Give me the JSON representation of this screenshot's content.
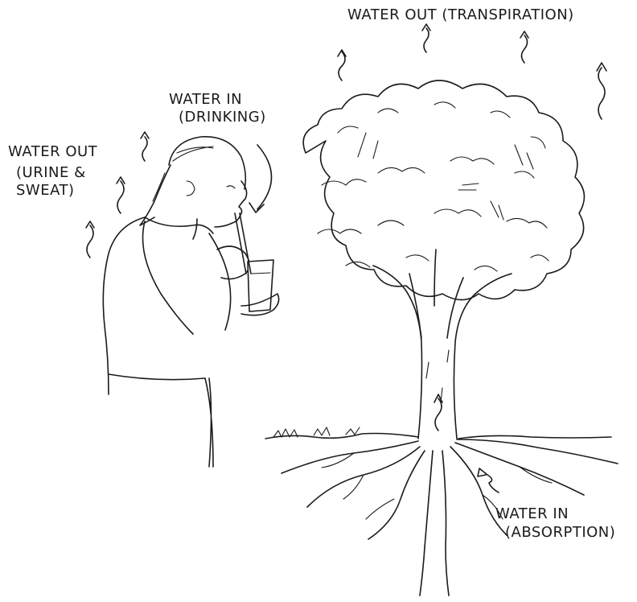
{
  "labels": {
    "water_out_transpiration": "WATER OUT (TRANSPIRATION)",
    "water_in_drinking_1": "WATER IN",
    "water_in_drinking_2": "(DRINKING)",
    "water_out_urine_1": "WATER OUT",
    "water_out_urine_2": "(URINE &",
    "water_out_urine_3": "SWEAT)",
    "water_in_absorption_1": "WATER IN",
    "water_in_absorption_2": "(ABSORPTION)"
  },
  "colors": {
    "ink": "#1b1b1b",
    "background": "#ffffff"
  }
}
